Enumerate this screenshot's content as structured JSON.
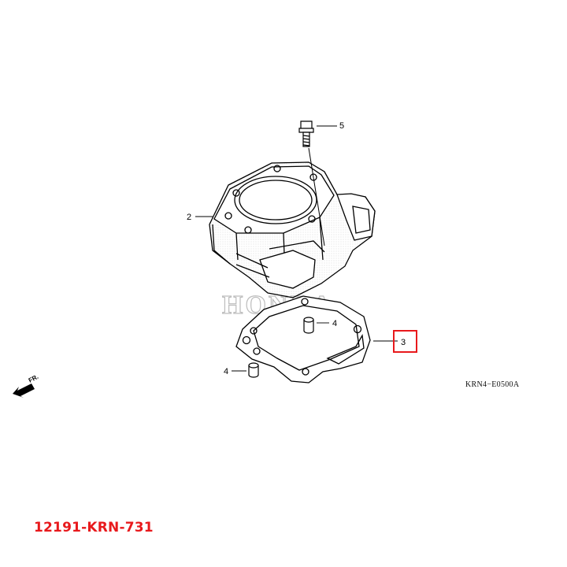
{
  "diagram": {
    "brand_watermark": "HONDA",
    "drawing_code": "KRN4−E0500A",
    "front_marker": "FR.",
    "callouts": {
      "bolt": "5",
      "cylinder": "2",
      "dowel_upper": "4",
      "dowel_lower": "4",
      "gasket": "3"
    },
    "highlight_color": "#e8191c",
    "highlighted_callout": "3"
  },
  "footer": {
    "part_number": "12191-KRN-731"
  }
}
